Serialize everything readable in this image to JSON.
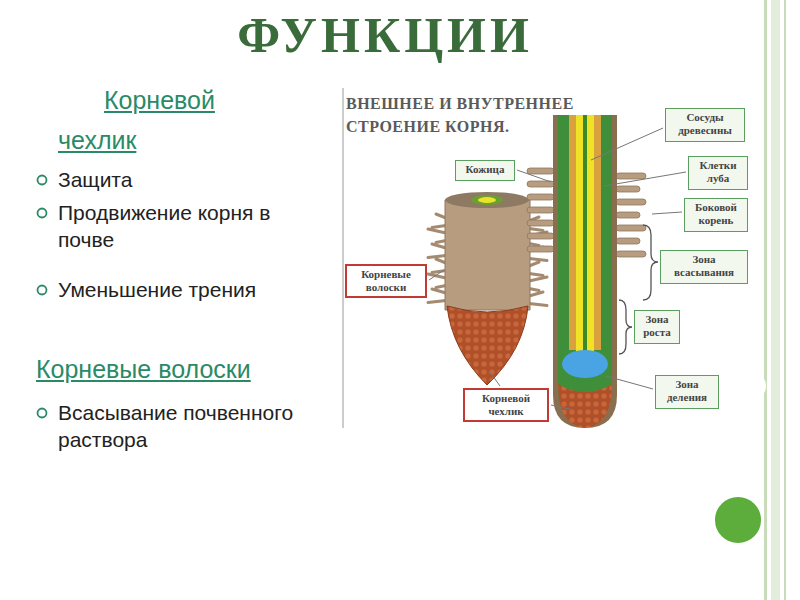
{
  "diagram": {
    "title": "ФУНКЦИИ",
    "nodes": [
      {
        "text": [
          "Сосуды древесины"
        ]
      },
      {
        "text": [
          "Кожица"
        ]
      },
      {
        "text": [
          "Клетки луба"
        ]
      },
      {
        "text": [
          "Боковой корень"
        ]
      },
      {
        "text": [
          "Зона всасывания"
        ]
      },
      {
        "text": [
          "Корневые волоски"
        ]
      },
      {
        "text": [
          "Зона роста"
        ]
      },
      {
        "text": [
          "Корневой чехлик"
        ]
      },
      {
        "text": [
          "Зона деления"
        ]
      }
    ],
    "edges": [],
    "labels": [
      "Корневой чехлик",
      "Защита",
      "Продвижение корня в почве",
      "Уменьшение трения",
      "Корневые волоски",
      "Всасывание почвенного раствора",
      "ВНЕШНЕЕ И ВНУТРЕННЕЕ СТРОЕНИЕ КОРНЯ."
    ]
  }
}
